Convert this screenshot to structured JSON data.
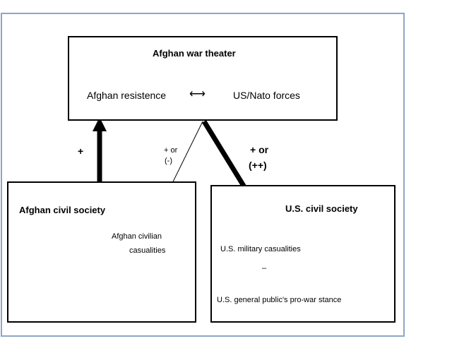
{
  "top_box": {
    "title": "Afghan war theater",
    "left_label": "Afghan resistence",
    "right_label": "US/Nato forces",
    "bidirectional_symbol": "⟷"
  },
  "afghan_box": {
    "title": "Afghan civil society",
    "casualties": [
      "Afghan civilian",
      "casualities"
    ]
  },
  "us_box": {
    "title": "U.S. civil society",
    "military_casualties": "U.S. military casualities",
    "minus_sign": "–",
    "public_stance": "U.S. general public's pro-war stance"
  },
  "edge_labels": {
    "plus": "+",
    "plus_or_minus": [
      "+ or",
      "(-)"
    ],
    "plus_or_doubleplus": [
      "+ or",
      "(++)"
    ]
  },
  "colors": {
    "frame": "#8da6c8",
    "stroke": "#000000"
  }
}
